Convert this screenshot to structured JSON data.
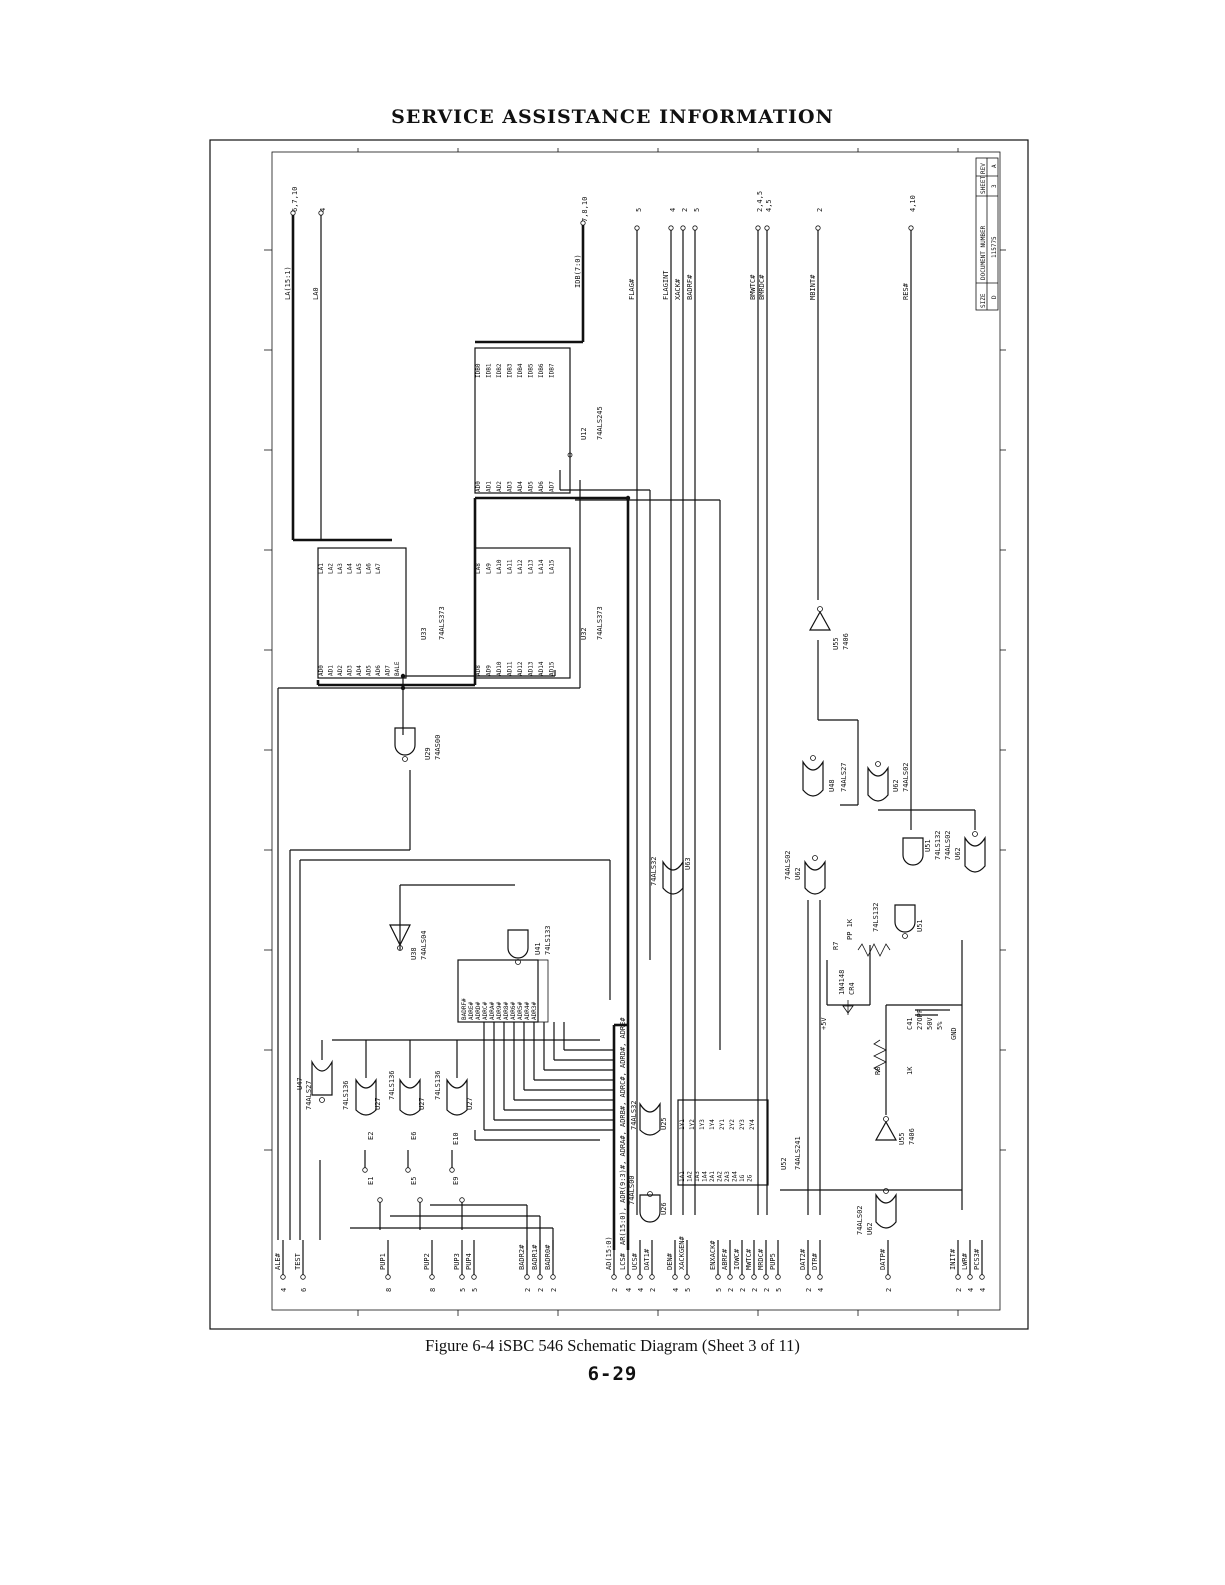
{
  "header": {
    "title": "SERVICE ASSISTANCE INFORMATION"
  },
  "caption": "Figure 6-4  iSBC 546 Schematic Diagram (Sheet 3 of 11)",
  "page_number": "6-29",
  "title_block": {
    "headers": [
      "SIZE",
      "DOCUMENT NUMBER",
      "SHEET",
      "REV"
    ],
    "values": [
      "D",
      "115775",
      "3",
      "A"
    ]
  },
  "top_signals": [
    {
      "name": "LA(15:1)",
      "ref": "6,7,10"
    },
    {
      "name": "LA0",
      "ref": "4"
    },
    {
      "name": "IDB(7:0)",
      "ref": "7,8,10"
    },
    {
      "name": "FLAG#",
      "ref": "5"
    },
    {
      "name": "FLAGINT",
      "ref": "4"
    },
    {
      "name": "XACK#",
      "ref": "2"
    },
    {
      "name": "BADRF#",
      "ref": "5"
    },
    {
      "name": "BMWTC#",
      "ref": "2,4,5"
    },
    {
      "name": "BMRDC#",
      "ref": "4,5"
    },
    {
      "name": "MBINT#",
      "ref": "2"
    },
    {
      "name": "RES#",
      "ref": "4,10"
    }
  ],
  "bottom_signals": [
    {
      "name": "ALE#",
      "ref": "4"
    },
    {
      "name": "TEST",
      "ref": "6"
    },
    {
      "name": "PUP1",
      "ref": "8"
    },
    {
      "name": "PUP2",
      "ref": "8"
    },
    {
      "name": "PUP3",
      "ref": "5"
    },
    {
      "name": "PUP4",
      "ref": "5"
    },
    {
      "name": "BADR2#",
      "ref": "2"
    },
    {
      "name": "BADR1#",
      "ref": "2"
    },
    {
      "name": "BADR0#",
      "ref": "2"
    },
    {
      "name": "AD(15:0)",
      "ref": "2"
    },
    {
      "name": "LCS#",
      "ref": "4"
    },
    {
      "name": "UCS#",
      "ref": "4"
    },
    {
      "name": "DAT1#",
      "ref": "2"
    },
    {
      "name": "DEN#",
      "ref": "4"
    },
    {
      "name": "XACKGEN#",
      "ref": "5"
    },
    {
      "name": "ENXACK#",
      "ref": "5"
    },
    {
      "name": "ABRF#",
      "ref": "2"
    },
    {
      "name": "IOWC#",
      "ref": "2"
    },
    {
      "name": "MWTC#",
      "ref": "2"
    },
    {
      "name": "MRDC#",
      "ref": "2"
    },
    {
      "name": "PUP5",
      "ref": "5"
    },
    {
      "name": "DAT2#",
      "ref": "2"
    },
    {
      "name": "DTR#",
      "ref": "4"
    },
    {
      "name": "DATP#",
      "ref": "2"
    },
    {
      "name": "INIT#",
      "ref": "2"
    },
    {
      "name": "LWR#",
      "ref": "4"
    },
    {
      "name": "PCS3#",
      "ref": "4"
    }
  ],
  "chips": {
    "u33": {
      "ref": "U33",
      "part": "74ALS373",
      "inputs": [
        "AD0",
        "AD1",
        "AD2",
        "AD3",
        "AD4",
        "AD5",
        "AD6",
        "AD7",
        "BALE"
      ],
      "outputs": [
        "LA1",
        "LA2",
        "LA3",
        "LA4",
        "LA5",
        "LA6",
        "LA7"
      ]
    },
    "u32": {
      "ref": "U32",
      "part": "74ALS373",
      "inputs": [
        "AD8",
        "AD9",
        "AD10",
        "AD11",
        "AD12",
        "AD13",
        "AD14",
        "AD15"
      ],
      "outputs": [
        "LA8",
        "LA9",
        "LA10",
        "LA11",
        "LA12",
        "LA13",
        "LA14",
        "LA15"
      ]
    },
    "u12": {
      "ref": "U12",
      "part": "74ALS245",
      "inputs": [
        "AD0",
        "AD1",
        "AD2",
        "AD3",
        "AD4",
        "AD5",
        "AD6",
        "AD7"
      ],
      "outputs": [
        "IDB0",
        "IDB1",
        "IDB2",
        "IDB3",
        "IDB4",
        "IDB5",
        "IDB6",
        "IDB7"
      ]
    },
    "u41": {
      "ref": "U41",
      "part": "74LS133",
      "inputs": [
        "BADRF#",
        "ADRE#",
        "ADRD#",
        "ADRC#",
        "ADRA#",
        "ADR9#",
        "ADR8#",
        "ADR6#",
        "ADR5#",
        "ADR4#",
        "ADR3#"
      ]
    },
    "u52": {
      "ref": "U52",
      "part": "74ALS241",
      "pins_left": [
        "1A1",
        "1A2",
        "1A3",
        "1A4",
        "2A1",
        "2A2",
        "2A3",
        "2A4",
        "1G",
        "2G"
      ],
      "pins_right": [
        "1Y1",
        "1Y2",
        "1Y3",
        "1Y4",
        "2Y1",
        "2Y2",
        "2Y3",
        "2Y4"
      ]
    },
    "gates": [
      {
        "ref": "U29",
        "part": "74AS00"
      },
      {
        "ref": "U38",
        "part": "74ALS04"
      },
      {
        "ref": "U47",
        "part": "74ALS27"
      },
      {
        "ref": "U27",
        "part": "74LS136"
      },
      {
        "ref": "U27",
        "part": "74LS136"
      },
      {
        "ref": "U27",
        "part": "74LS136"
      },
      {
        "ref": "U25",
        "part": "74ALS32"
      },
      {
        "ref": "U26",
        "part": "74ALS00"
      },
      {
        "ref": "U63",
        "part": "74ALS32"
      },
      {
        "ref": "U62",
        "part": "74ALS02"
      },
      {
        "ref": "U48",
        "part": "74ALS27"
      },
      {
        "ref": "U62",
        "part": "74ALS02"
      },
      {
        "ref": "U55",
        "part": "7406"
      },
      {
        "ref": "U51",
        "part": "74LS132"
      },
      {
        "ref": "U51",
        "part": "74LS132"
      },
      {
        "ref": "U62",
        "part": "74ALS02"
      },
      {
        "ref": "U55",
        "part": "7406"
      },
      {
        "ref": "U62",
        "part": "74ALS02"
      }
    ]
  },
  "bus_label": "AR(15:0), ADR(9:3)#, ADRA#, ADRB#, ADRC#, ADRD#, ADRE#",
  "jumpers": [
    "E1",
    "E2",
    "E5",
    "E6",
    "E9",
    "E10"
  ],
  "passives": {
    "r7": {
      "ref": "R7",
      "value": "PP 1K"
    },
    "cr4": {
      "ref": "CR4",
      "value": "1N4148"
    },
    "r8": {
      "ref": "R8",
      "value": "1K"
    },
    "c41": {
      "ref": "C41",
      "value": "27OPF",
      "rating": "50V",
      "tol": "5%"
    },
    "vcc": "+5V",
    "gnd": "GND"
  }
}
